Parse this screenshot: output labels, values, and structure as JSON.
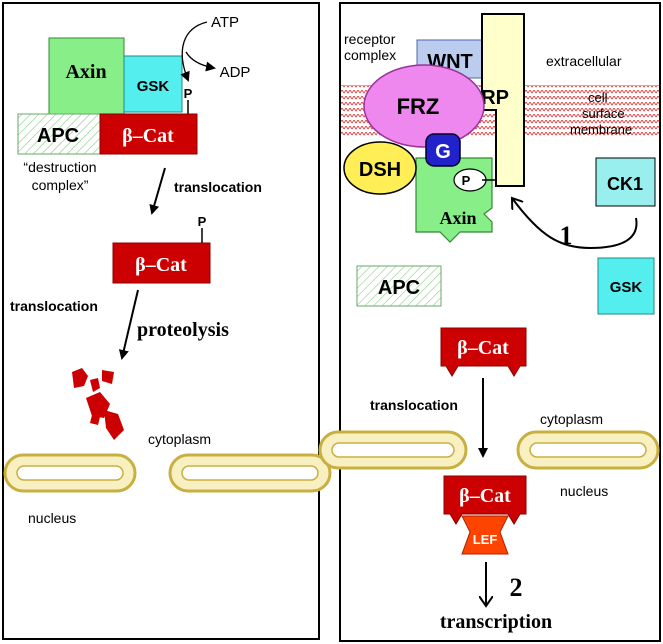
{
  "left_panel": {
    "axin": "Axin",
    "gsk": "GSK",
    "apc": "APC",
    "beta_cat_complex": "β–Cat",
    "phospho_mark": "P",
    "atp": "ATP",
    "adp": "ADP",
    "destruction_complex_line1": "“destruction",
    "destruction_complex_line2": "complex”",
    "translocation_1": "translocation",
    "beta_cat_free": "β–Cat",
    "phospho_mark_2": "P",
    "translocation_2": "translocation",
    "proteolysis": "proteolysis",
    "cytoplasm": "cytoplasm",
    "nucleus": "nucleus"
  },
  "right_panel": {
    "receptor_complex_line1": "receptor",
    "receptor_complex_line2": "complex",
    "wnt": "WNT",
    "lrp": "LRP",
    "extracellular": "extracellular",
    "membrane_line1": "cell",
    "membrane_line2": "surface",
    "membrane_line3": "membrane",
    "frz": "FRZ",
    "g_protein": "G",
    "dsh": "DSH",
    "phospho_mark": "P",
    "axin": "Axin",
    "ck1": "CK1",
    "step_1": "1",
    "apc": "APC",
    "gsk": "GSK",
    "beta_cat_cyto": "β–Cat",
    "translocation": "translocation",
    "cytoplasm": "cytoplasm",
    "beta_cat_nuc": "β–Cat",
    "nucleus": "nucleus",
    "lef": "LEF",
    "step_2": "2",
    "transcription": "transcription"
  },
  "colors": {
    "axin_green": "#88ee88",
    "gsk_cyan": "#55eeee",
    "beta_cat_red": "#cc0000",
    "wnt_blue": "#bbccee",
    "lrp_cream": "#ffffcc",
    "frz_pink": "#ee88ee",
    "g_blue": "#2222cc",
    "dsh_yellow": "#ffee55",
    "lef_orange": "#ff4400",
    "ck1_cyan": "#99eeee",
    "nucleus_gold": "#c8b040"
  }
}
